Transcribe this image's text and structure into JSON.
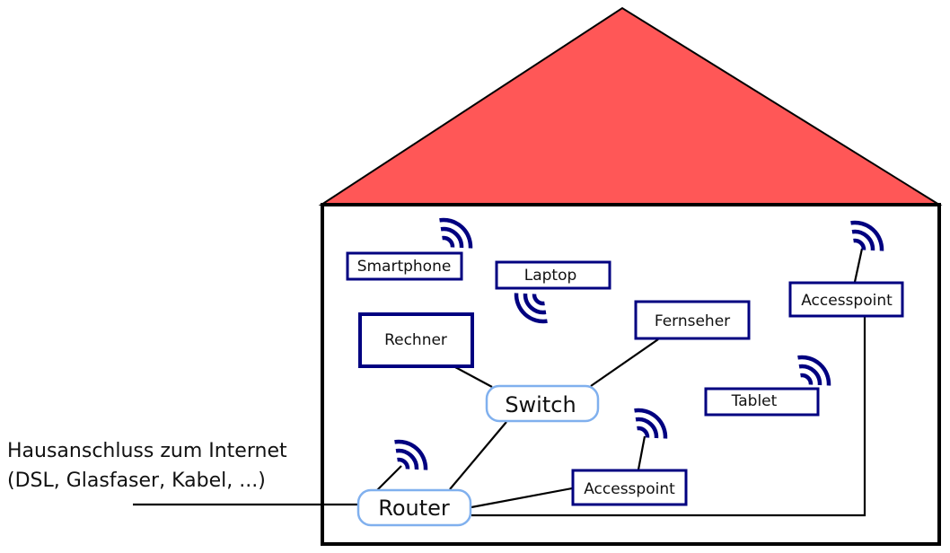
{
  "diagram": {
    "title": "Heimnetzwerk",
    "colors": {
      "roof": "#ff5757",
      "outline": "#000000",
      "device_border": "#000080",
      "node_border": "#80b0ee",
      "wifi": "#000080"
    },
    "external_label": {
      "line1": "Hausanschluss zum Internet",
      "line2": "(DSL, Glasfaser, Kabel, ...)"
    },
    "nodes": {
      "router": "Router",
      "switch": "Switch"
    },
    "devices": {
      "smartphone": "Smartphone",
      "laptop": "Laptop",
      "rechner": "Rechner",
      "fernseher": "Fernseher",
      "accesspoint_top": "Accesspoint",
      "tablet": "Tablet",
      "accesspoint_bottom": "Accesspoint"
    },
    "connections": [
      {
        "from": "Hausanschluss",
        "to": "Router",
        "type": "wired"
      },
      {
        "from": "Router",
        "to": "Switch",
        "type": "wired"
      },
      {
        "from": "Router",
        "to": "Accesspoint (unten)",
        "type": "wired"
      },
      {
        "from": "Router",
        "to": "Accesspoint (oben rechts)",
        "type": "wired"
      },
      {
        "from": "Switch",
        "to": "Rechner",
        "type": "wired"
      },
      {
        "from": "Switch",
        "to": "Fernseher",
        "type": "wired"
      },
      {
        "from": "Router",
        "to": "WLAN",
        "type": "wireless"
      },
      {
        "from": "Accesspoint (unten)",
        "to": "WLAN",
        "type": "wireless"
      },
      {
        "from": "Accesspoint (oben rechts)",
        "to": "WLAN",
        "type": "wireless"
      },
      {
        "from": "Smartphone",
        "to": "WLAN",
        "type": "wireless"
      },
      {
        "from": "Laptop",
        "to": "WLAN",
        "type": "wireless"
      },
      {
        "from": "Tablet",
        "to": "WLAN",
        "type": "wireless"
      }
    ]
  }
}
